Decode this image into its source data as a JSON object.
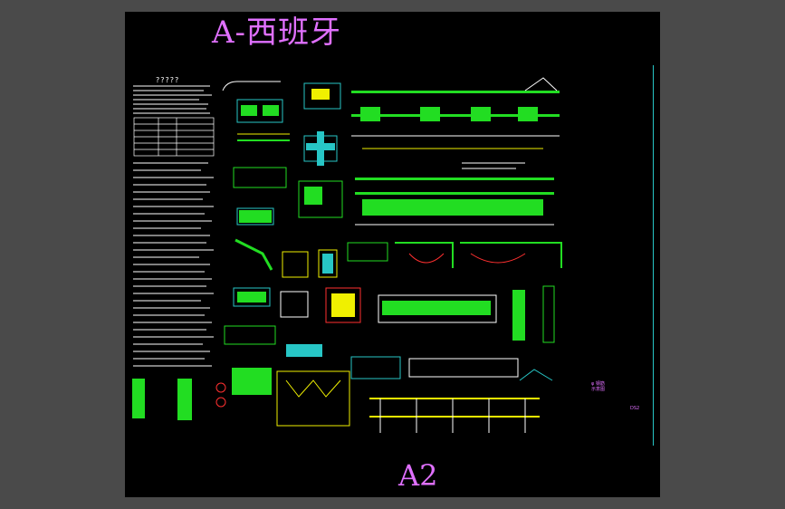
{
  "drawing": {
    "title": "A-西班牙",
    "sheet_size": "A2",
    "notes_heading": "?????",
    "side_label": "φ 钢筋\n示意图",
    "corner_label": "DS2"
  },
  "colors": {
    "background": "#4a4a4a",
    "sheet": "#000000",
    "title": "#e070ff",
    "green": "#22dd22",
    "yellow": "#f0f000",
    "cyan": "#27c6c6",
    "white": "#ffffff",
    "red": "#ff3030"
  }
}
